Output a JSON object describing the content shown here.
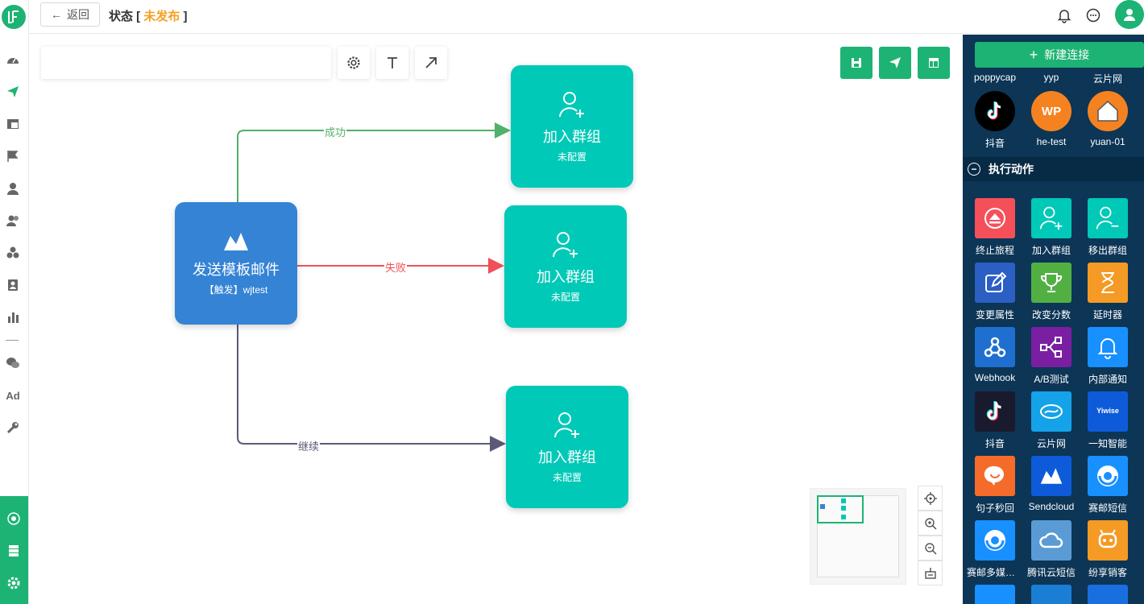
{
  "header": {
    "back_label": "返回",
    "status_prefix": "状态 [",
    "status_value": "未发布",
    "status_suffix": "]"
  },
  "canvas": {
    "name_placeholder": "",
    "nodes": {
      "source": {
        "title": "发送模板邮件",
        "subtitle": "【触发】wjtest"
      },
      "n1": {
        "title": "加入群组",
        "subtitle": "未配置"
      },
      "n2": {
        "title": "加入群组",
        "subtitle": "未配置"
      },
      "n3": {
        "title": "加入群组",
        "subtitle": "未配置"
      }
    },
    "edges": {
      "success": "成功",
      "fail": "失败",
      "continue": "继续"
    }
  },
  "panel": {
    "new_connection": "新建连接",
    "top_labels": [
      "poppycap",
      "yyp",
      "云片网"
    ],
    "connections": [
      {
        "label": "抖音",
        "icon": "tiktok-icon"
      },
      {
        "label": "he-test",
        "icon": "wp-icon"
      },
      {
        "label": "yuan-01",
        "icon": "house-icon"
      }
    ],
    "section_title": "执行动作",
    "actions": [
      {
        "label": "终止旅程",
        "icon": "eject-icon",
        "color": "#f5505a"
      },
      {
        "label": "加入群组",
        "icon": "user-plus-icon",
        "color": "#00c9b7"
      },
      {
        "label": "移出群组",
        "icon": "user-minus-icon",
        "color": "#00c9b7"
      },
      {
        "label": "变更属性",
        "icon": "edit-icon",
        "color": "#2b5fc4"
      },
      {
        "label": "改变分数",
        "icon": "trophy-icon",
        "color": "#52b043"
      },
      {
        "label": "延时器",
        "icon": "hourglass-icon",
        "color": "#f59a24"
      },
      {
        "label": "Webhook",
        "icon": "webhook-icon",
        "color": "#1e6fd0"
      },
      {
        "label": "A/B测试",
        "icon": "ab-test-icon",
        "color": "#7b1fa2"
      },
      {
        "label": "内部通知",
        "icon": "bell-icon",
        "color": "#1890ff"
      },
      {
        "label": "抖音",
        "icon": "tiktok-icon",
        "color": "#1a1a2e"
      },
      {
        "label": "云片网",
        "icon": "cloud-icon",
        "color": "#14a3e8"
      },
      {
        "label": "一知智能",
        "icon": "yiwise-icon",
        "color": "#0d5bd8"
      },
      {
        "label": "句子秒回",
        "icon": "chat-bubble-icon",
        "color": "#f56b2a"
      },
      {
        "label": "Sendcloud",
        "icon": "sendcloud-icon",
        "color": "#0d5bd8"
      },
      {
        "label": "赛邮短信",
        "icon": "submail-icon",
        "color": "#1890ff"
      },
      {
        "label": "赛邮多媒体短信",
        "icon": "submail-mms-icon",
        "color": "#1890ff"
      },
      {
        "label": "腾讯云短信",
        "icon": "tencent-cloud-icon",
        "color": "#5b9bd5"
      },
      {
        "label": "纷享销客",
        "icon": "fxiaoke-icon",
        "color": "#f59a24"
      }
    ],
    "yiwise_text": "Yiwise"
  }
}
